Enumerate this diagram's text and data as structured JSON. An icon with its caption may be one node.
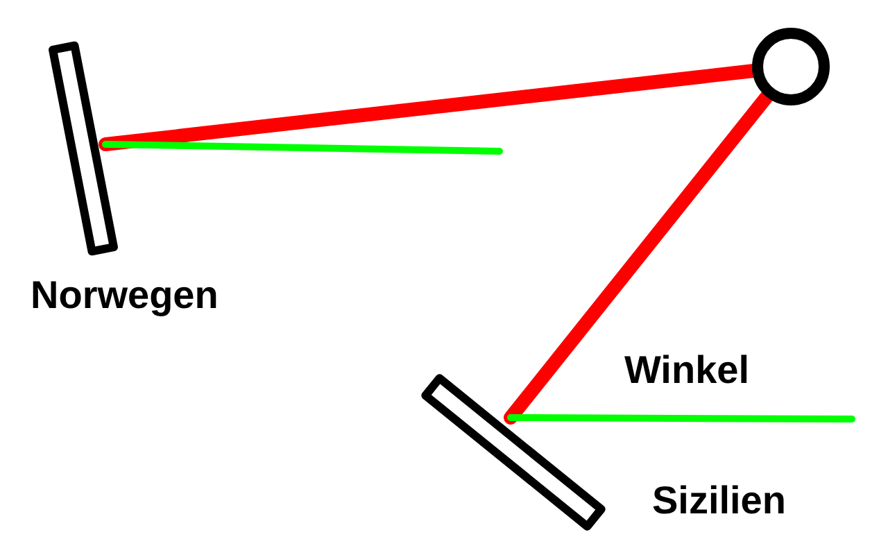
{
  "diagram": {
    "nodes": [
      {
        "text": [],
        "shape": "bar",
        "beside": [
          "Norwegen"
        ]
      },
      {
        "text": [],
        "shape": "circle"
      },
      {
        "text": [],
        "shape": "bar",
        "beside": [
          "Sizilien"
        ]
      }
    ],
    "edges": [
      {
        "from": 0,
        "to": 1,
        "arrow": "none",
        "style": "thick",
        "color": "#ff0000"
      },
      {
        "from": 1,
        "to": 2,
        "arrow": "none",
        "style": "thick",
        "color": "#ff0000"
      },
      {
        "from": 0,
        "to": null,
        "arrow": "none",
        "color": "#00ff00"
      },
      {
        "from": 2,
        "to": null,
        "arrow": "none",
        "color": "#00ff00"
      }
    ],
    "labels": [
      "Winkel"
    ]
  }
}
